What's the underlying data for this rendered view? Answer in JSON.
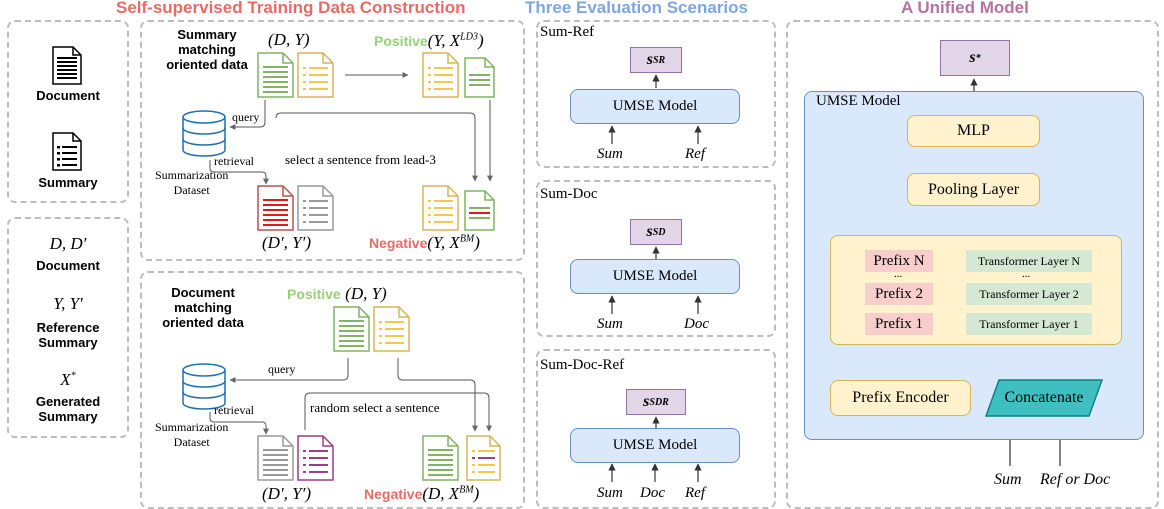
{
  "headers": {
    "construction": "Self-supervised Training Data Construction",
    "scenarios": "Three Evaluation Scenarios",
    "unified": "A Unified Model"
  },
  "colors": {
    "construction": "#ea6b66",
    "scenarios": "#7ea6e0",
    "unified": "#b5739d",
    "positive": "#97d077",
    "negative": "#ea6b66"
  },
  "legend_top": {
    "document": "Document",
    "summary": "Summary"
  },
  "legend_bottom": {
    "d_symbol": "D, D′",
    "d_label": "Document",
    "y_symbol": "Y, Y′",
    "y_label": "Reference\nSummary",
    "x_symbol": "X*",
    "x_label": "Generated\nSummary"
  },
  "summary_panel": {
    "title": "Summary\nmatching\noriented data",
    "pair_top": "(D, Y)",
    "positive_word": "Positive",
    "positive_math": "(Y, X^LD3)",
    "query": "query",
    "retrieval": "retrieval",
    "dataset": "Summarization\nDataset",
    "select": "select a sentence from lead-3",
    "pair_bottom": "(D′, Y′)",
    "negative_word": "Negative",
    "negative_math": "(Y, X^BM)"
  },
  "document_panel": {
    "title": "Document\nmatching\noriented data",
    "positive_word": "Positive",
    "positive_math": "(D, Y)",
    "query": "query",
    "retrieval": "retrieval",
    "dataset": "Summarization\nDataset",
    "select": "random select a sentence",
    "pair_bottom": "(D′, Y′)",
    "negative_word": "Negative",
    "negative_math": "(D, X^BM)"
  },
  "scenarios": [
    {
      "title": "Sum-Ref",
      "score_base": "s",
      "score_sub": "SR",
      "model": "UMSE Model",
      "inputs": [
        "Sum",
        "Ref"
      ]
    },
    {
      "title": "Sum-Doc",
      "score_base": "s",
      "score_sub": "SD",
      "model": "UMSE Model",
      "inputs": [
        "Sum",
        "Doc"
      ]
    },
    {
      "title": "Sum-Doc-Ref",
      "score_base": "s",
      "score_sub": "SDR",
      "model": "UMSE Model",
      "inputs": [
        "Sum",
        "Doc",
        "Ref"
      ]
    }
  ],
  "unified": {
    "score_base": "s",
    "score_sub": "*",
    "container": "UMSE Model",
    "mlp": "MLP",
    "pooling": "Pooling Layer",
    "prefixes": [
      "Prefix N",
      "Prefix 2",
      "Prefix 1"
    ],
    "layers": [
      "Transformer Layer N",
      "Transformer Layer 2",
      "Transformer Layer 1"
    ],
    "ellipsis": "...",
    "prefix_encoder": "Prefix Encoder",
    "concatenate": "Concatenate",
    "input_sum": "Sum",
    "input_refdoc": "Ref or Doc"
  }
}
